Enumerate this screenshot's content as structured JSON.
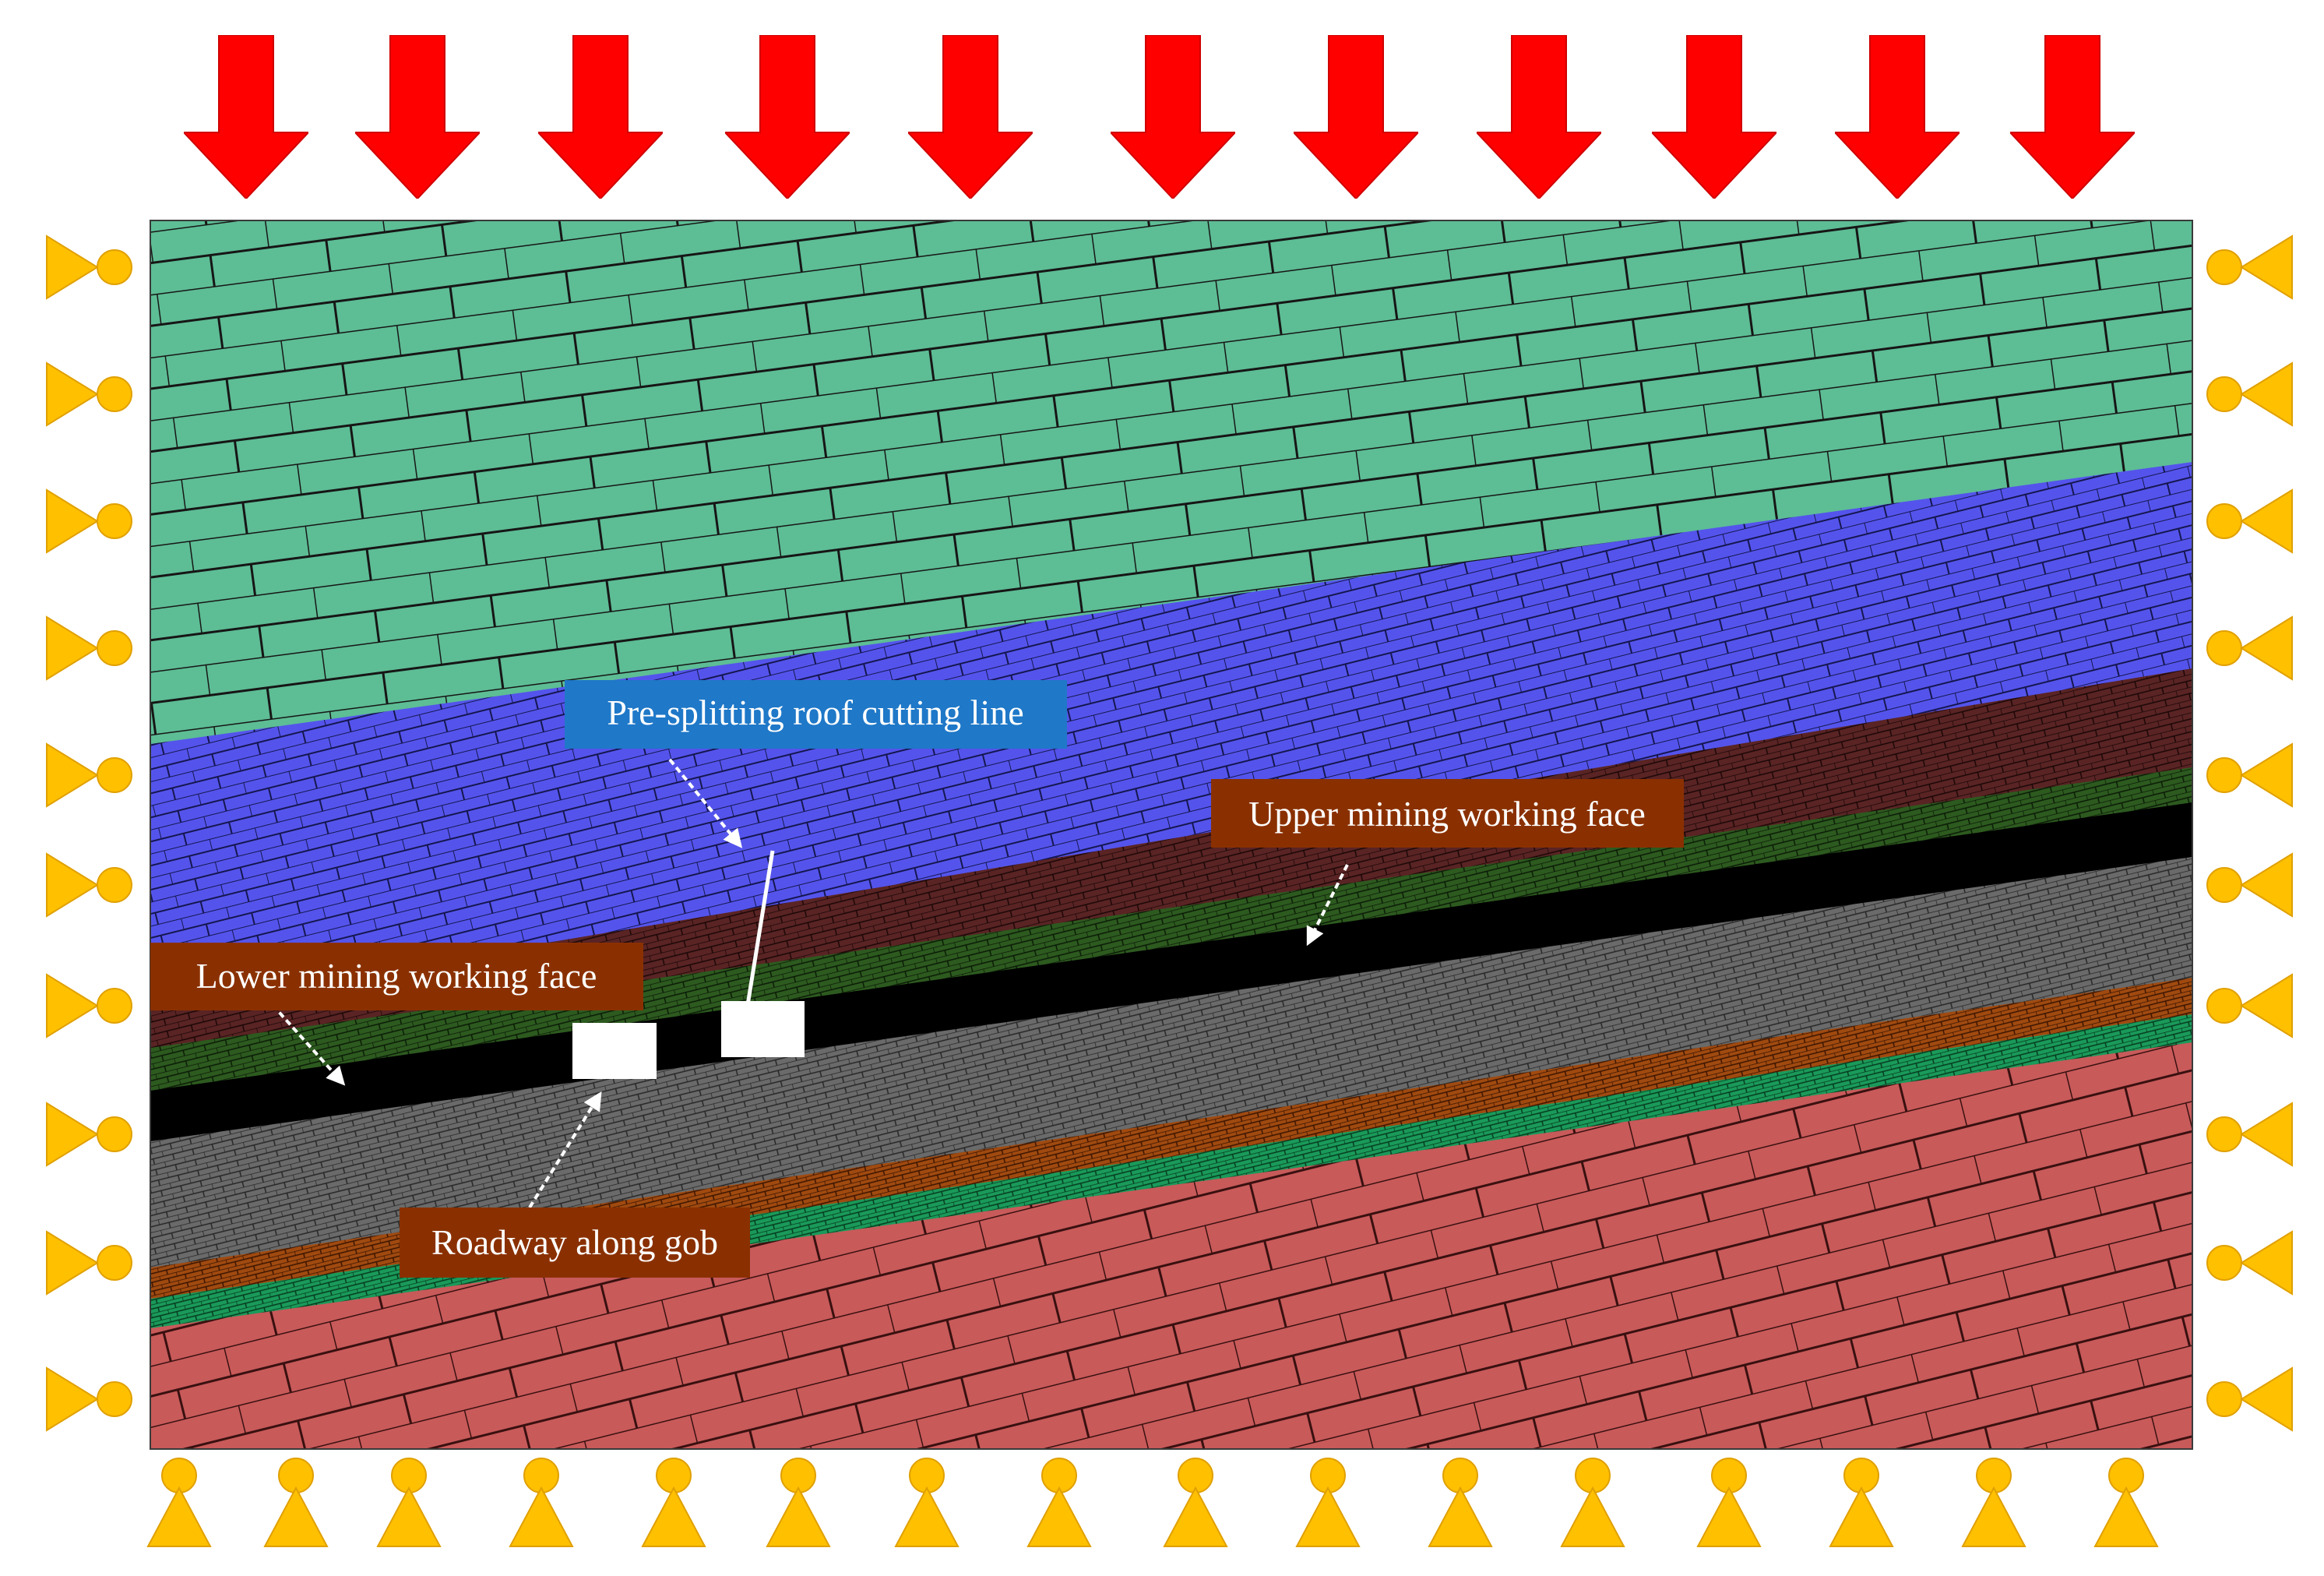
{
  "colors": {
    "top_rock": "#5dbd95",
    "blue_layer": "#5454ec",
    "dark_red_layer": "#5a2424",
    "dark_green_layer": "#2d5a1f",
    "coal_seam": "#000000",
    "gray_layer": "#6a6a6a",
    "orange_layer": "#a04a10",
    "green_strip": "#1a9a5a",
    "bottom_rock": "#c85a5a",
    "load_arrow": "#ff0000",
    "support_symbol": "#ffc000",
    "label_brown": "#8a3000",
    "label_blue": "#1f78c8"
  },
  "labels": {
    "pre_splitting": "Pre-splitting roof cutting line",
    "upper_face": "Upper mining working face",
    "lower_face": "Lower mining working face",
    "roadway": "Roadway along gob"
  },
  "icons": {
    "load": "down-arrow-icon",
    "left_support": "roller-support-icon",
    "right_support": "roller-support-icon",
    "bottom_support": "pin-support-icon"
  }
}
